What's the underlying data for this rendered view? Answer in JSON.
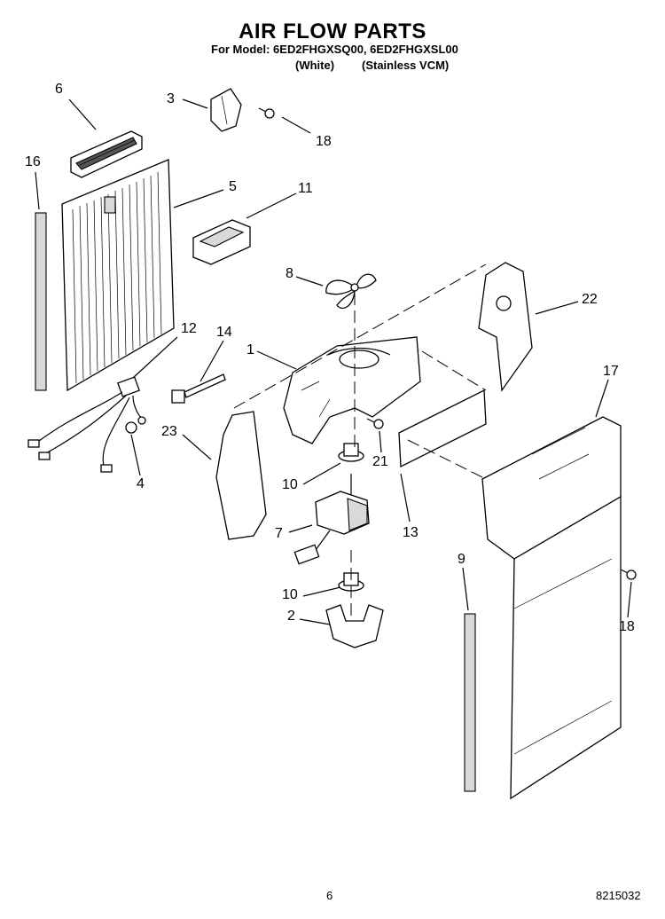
{
  "header": {
    "title": "AIR FLOW PARTS",
    "model_line": "For Model: 6ED2FHGXSQ00, 6ED2FHGXSL00",
    "variant_white": "(White)",
    "variant_stainless": "(Stainless VCM)"
  },
  "callouts": [
    "6",
    "3",
    "18",
    "16",
    "5",
    "11",
    "8",
    "22",
    "12",
    "14",
    "1",
    "17",
    "23",
    "4",
    "21",
    "10",
    "7",
    "13",
    "9",
    "10",
    "2",
    "18"
  ],
  "footer": {
    "page_number": "6",
    "doc_code": "8215032"
  }
}
